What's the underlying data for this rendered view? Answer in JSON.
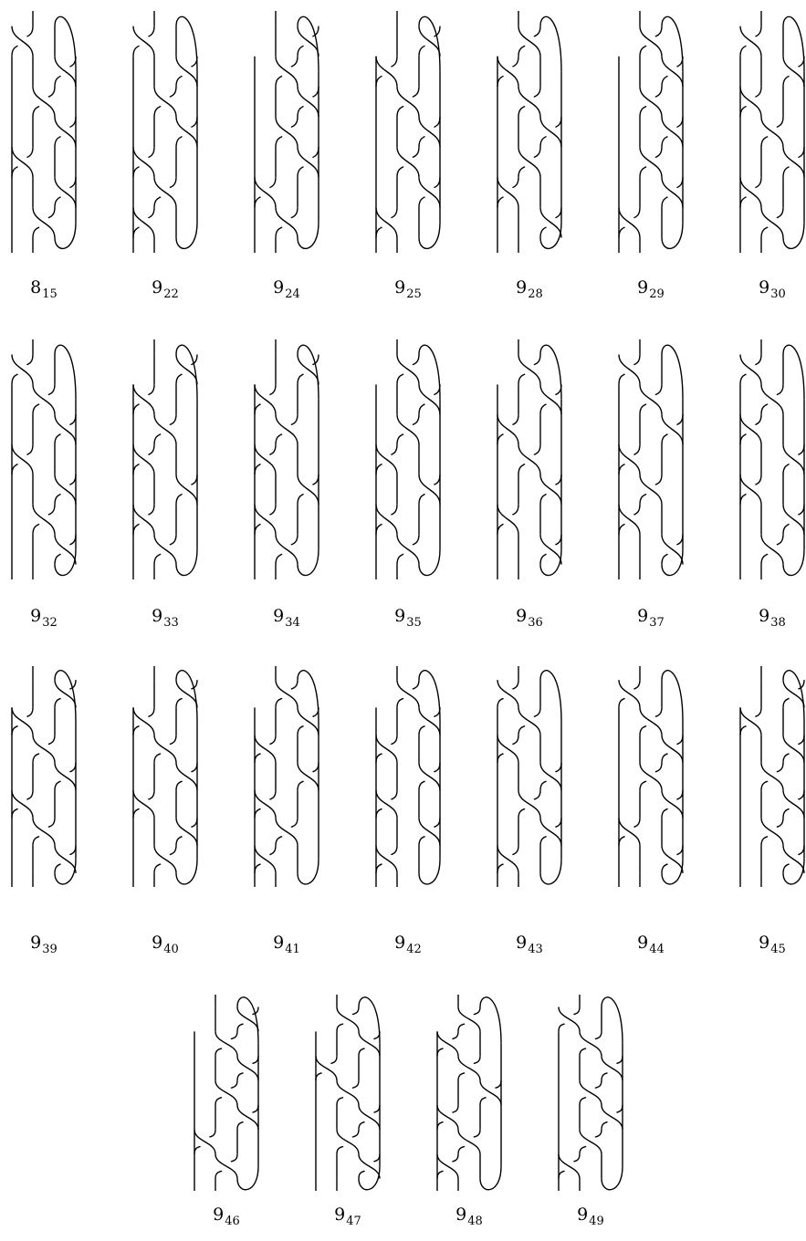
{
  "knots": [
    {
      "num": "8",
      "sub": "15"
    },
    {
      "num": "9",
      "sub": "22"
    },
    {
      "num": "9",
      "sub": "24"
    },
    {
      "num": "9",
      "sub": "25"
    },
    {
      "num": "9",
      "sub": "28"
    },
    {
      "num": "9",
      "sub": "29"
    },
    {
      "num": "9",
      "sub": "30"
    },
    {
      "num": "9",
      "sub": "32"
    },
    {
      "num": "9",
      "sub": "33"
    },
    {
      "num": "9",
      "sub": "34"
    },
    {
      "num": "9",
      "sub": "35"
    },
    {
      "num": "9",
      "sub": "36"
    },
    {
      "num": "9",
      "sub": "37"
    },
    {
      "num": "9",
      "sub": "38"
    },
    {
      "num": "9",
      "sub": "39"
    },
    {
      "num": "9",
      "sub": "40"
    },
    {
      "num": "9",
      "sub": "41"
    },
    {
      "num": "9",
      "sub": "42"
    },
    {
      "num": "9",
      "sub": "43"
    },
    {
      "num": "9",
      "sub": "44"
    },
    {
      "num": "9",
      "sub": "45"
    },
    {
      "num": "9",
      "sub": "46"
    },
    {
      "num": "9",
      "sub": "47"
    },
    {
      "num": "9",
      "sub": "48"
    },
    {
      "num": "9",
      "sub": "49"
    }
  ]
}
